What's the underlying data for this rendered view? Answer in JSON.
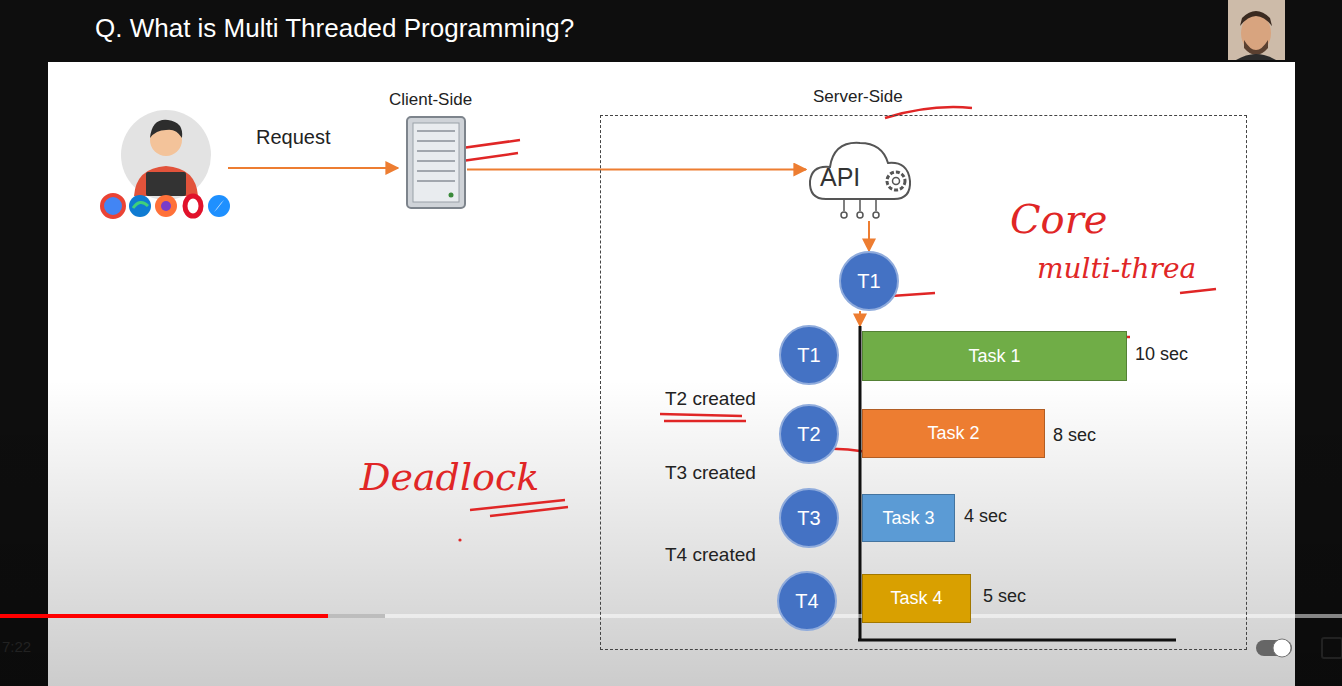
{
  "diagram": {
    "title": "Q. What is Multi Threaded Programming?",
    "nodes": [
      {
        "text": [
          "Client-Side"
        ]
      },
      {
        "text": [
          "Server-Side"
        ]
      },
      {
        "text": [
          "API"
        ],
        "in": 1
      },
      {
        "text": [
          "T1"
        ],
        "in": 1
      },
      {
        "text": [
          "T1"
        ],
        "in": 1
      },
      {
        "text": [
          "Task 1"
        ],
        "in": 1
      },
      {
        "text": [
          "T2"
        ],
        "in": 1
      },
      {
        "text": [
          "Task 2"
        ],
        "in": 1
      },
      {
        "text": [
          "T3"
        ],
        "in": 1
      },
      {
        "text": [
          "Task 3"
        ],
        "in": 1
      },
      {
        "text": [
          "T4"
        ],
        "in": 1
      },
      {
        "text": [
          "Task 4"
        ],
        "in": 1
      }
    ],
    "edges": [
      {
        "from": 0,
        "to": 2,
        "arrow": "to"
      },
      {
        "from": 2,
        "to": 3,
        "arrow": "to"
      }
    ],
    "labels": [
      "Request",
      "T2 created",
      "T3 created",
      "T4 created",
      "10 sec",
      "8 sec",
      "4 sec",
      "5 sec",
      "Core",
      "multi-threa",
      "Deadlock",
      "7:22"
    ]
  }
}
